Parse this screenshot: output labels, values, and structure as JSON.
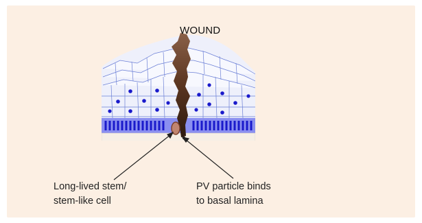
{
  "diagram": {
    "title": "WOUND",
    "labels": {
      "stem_cell_line1": "Long-lived stem/",
      "stem_cell_line2": "stem-like cell",
      "pv_line1": "PV particle binds",
      "pv_line2": "to basal lamina"
    },
    "colors": {
      "background": "#fcefe3",
      "nucleus": "#1a1acb",
      "basal_layer": "#8a8ff0",
      "wound": "#5a3520",
      "cell_outline": "#6b7fd6"
    }
  }
}
